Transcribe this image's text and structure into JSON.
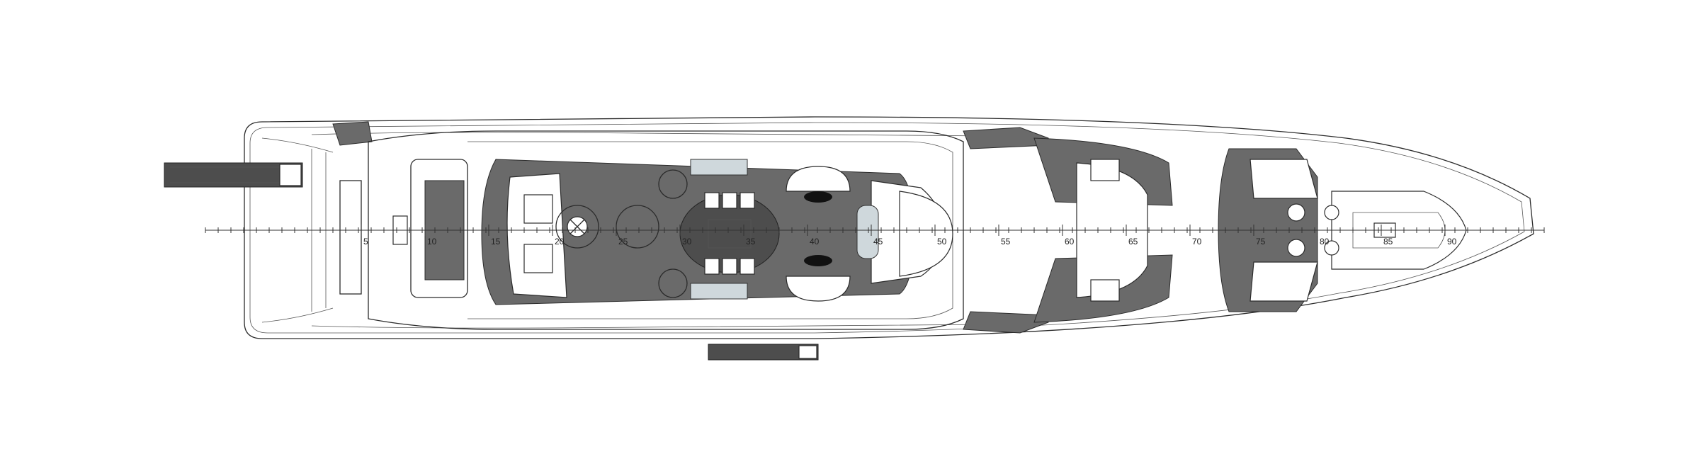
{
  "diagram": {
    "type": "yacht-deck-plan",
    "frame_scale": {
      "major_labels": [
        "5",
        "10",
        "15",
        "20",
        "25",
        "30",
        "35",
        "40",
        "45",
        "50",
        "55",
        "60",
        "65",
        "70",
        "75",
        "80",
        "85",
        "90"
      ]
    },
    "colors": {
      "line": "#2b2b2b",
      "teak_deck": "#6a6a6a",
      "dark_deck": "#4d4d4d",
      "background": "#ffffff",
      "glass": "#cfd8dc"
    }
  }
}
